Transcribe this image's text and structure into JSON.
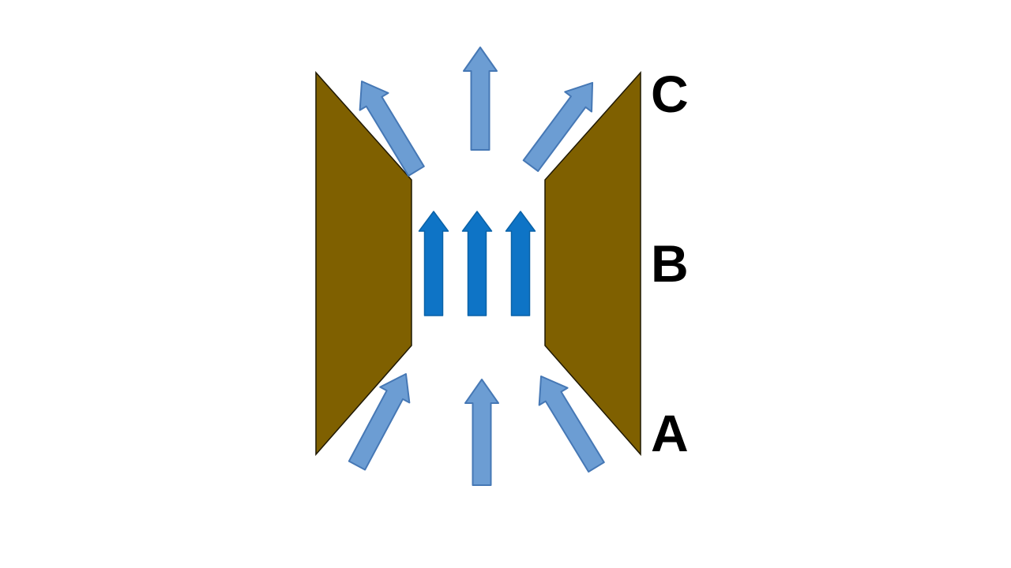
{
  "diagram": {
    "labels": {
      "outlet": "C",
      "throat": "B",
      "inlet": "A"
    },
    "arrow_counts": {
      "inlet_arrows": 3,
      "throat_arrows": 3,
      "outlet_arrows": 3
    },
    "colors": {
      "background": "#FFFFFF",
      "wall_fill": "#7F6000",
      "wall_outline": "#1F1800",
      "flow_arrow_fill": "#6C9DD3",
      "flow_arrow_outline": "#4678B5",
      "jet_arrow_fill": "#0E74C6",
      "jet_arrow_outline": "#0A62A8",
      "label_color": "#000000"
    }
  }
}
